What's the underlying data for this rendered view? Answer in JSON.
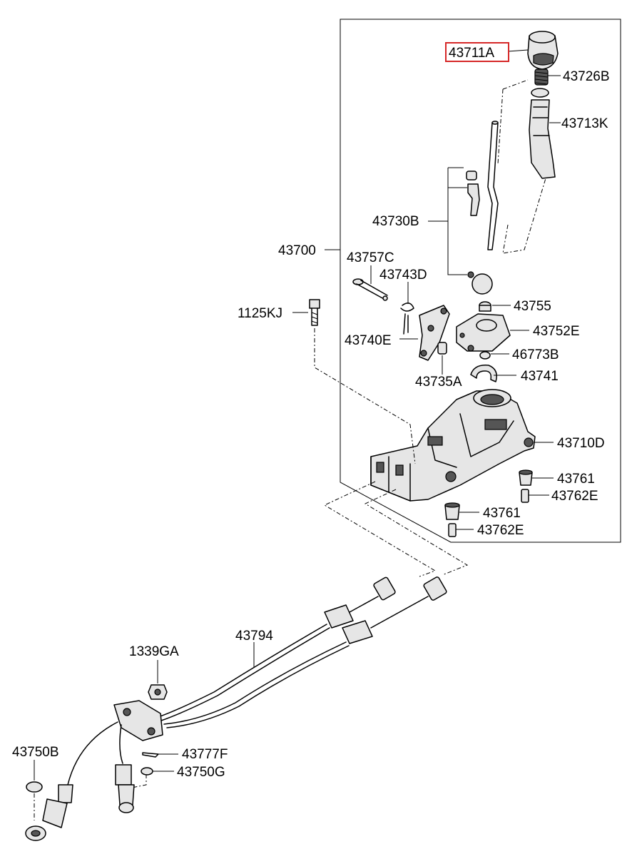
{
  "diagram": {
    "highlight_color": "#d62828",
    "labels": {
      "l43711A": "43711A",
      "l43726B": "43726B",
      "l43713K": "43713K",
      "l43730B": "43730B",
      "l43700": "43700",
      "l43757C": "43757C",
      "l43743D": "43743D",
      "l1125KJ": "1125KJ",
      "l43755": "43755",
      "l43752E": "43752E",
      "l43740E": "43740E",
      "l46773B": "46773B",
      "l43741": "43741",
      "l43735A": "43735A",
      "l43710D": "43710D",
      "l43761a": "43761",
      "l43762Ea": "43762E",
      "l43761b": "43761",
      "l43762Eb": "43762E",
      "l43794": "43794",
      "l1339GA": "1339GA",
      "l43750B": "43750B",
      "l43777F": "43777F",
      "l43750G": "43750G"
    }
  }
}
